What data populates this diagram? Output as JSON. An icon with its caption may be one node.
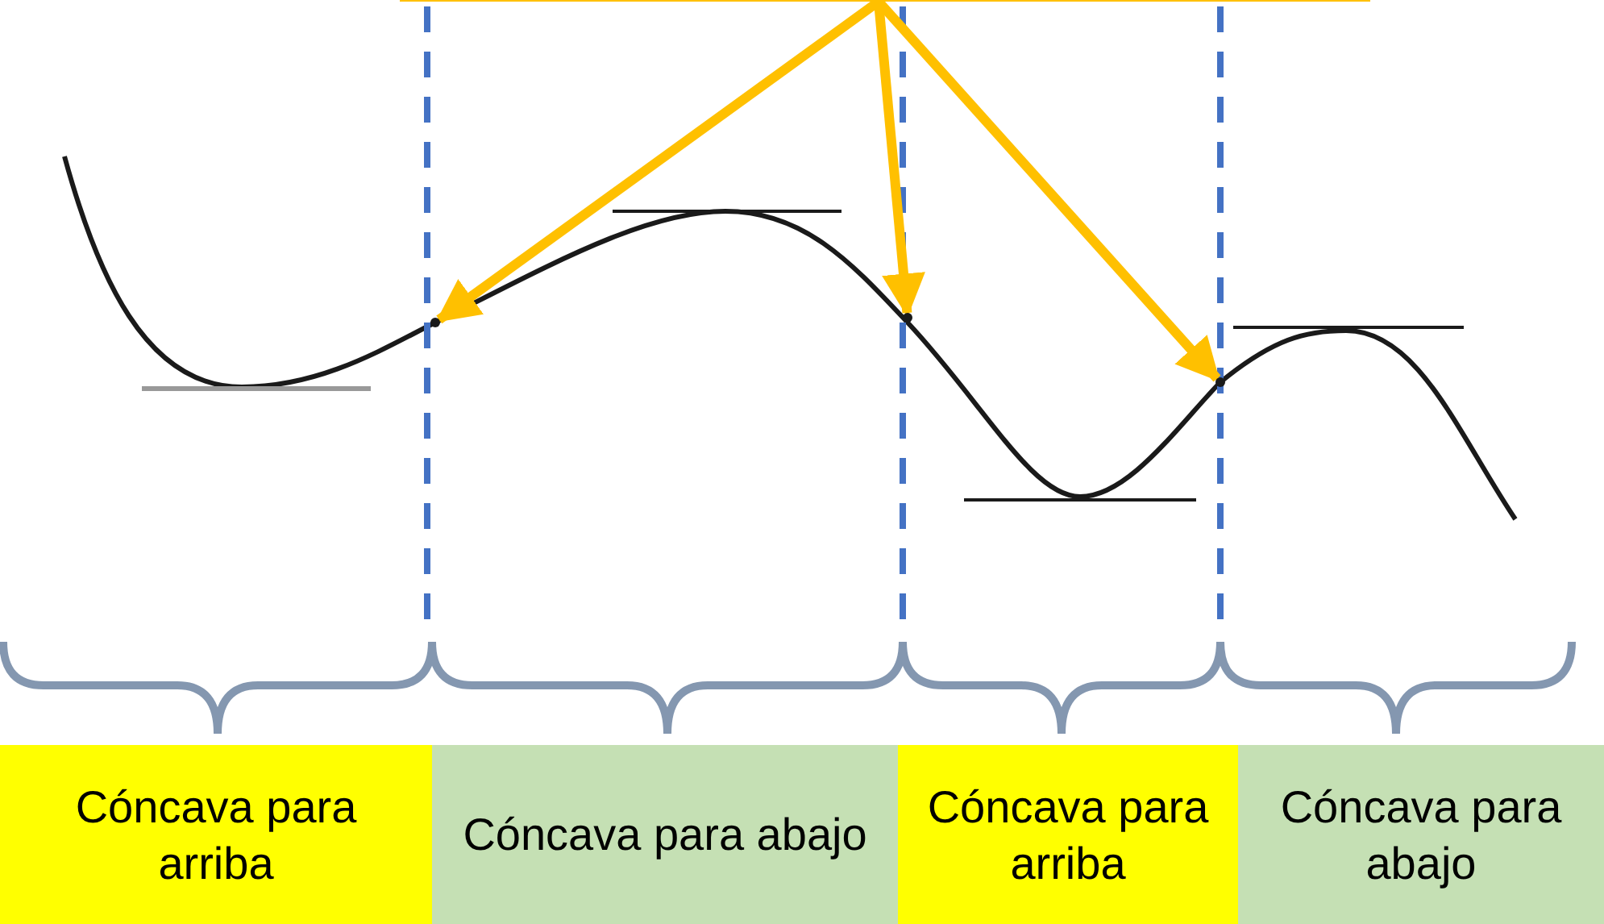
{
  "diagram": {
    "nodes": [
      {
        "text": [],
        "shape": "box"
      },
      {
        "text": [],
        "shape": "point"
      },
      {
        "text": [],
        "shape": "point"
      },
      {
        "text": [],
        "shape": "point"
      },
      {
        "text": [
          "Cóncava para arriba"
        ]
      },
      {
        "text": [
          "Cóncava para abajo"
        ]
      },
      {
        "text": [
          "Cóncava para arriba"
        ]
      },
      {
        "text": [
          "Cóncava para abajo"
        ]
      }
    ],
    "edges": [
      {
        "from": 0,
        "to": 1,
        "arrow": "to"
      },
      {
        "from": 0,
        "to": 2,
        "arrow": "to"
      },
      {
        "from": 0,
        "to": 3,
        "arrow": "to"
      }
    ]
  }
}
